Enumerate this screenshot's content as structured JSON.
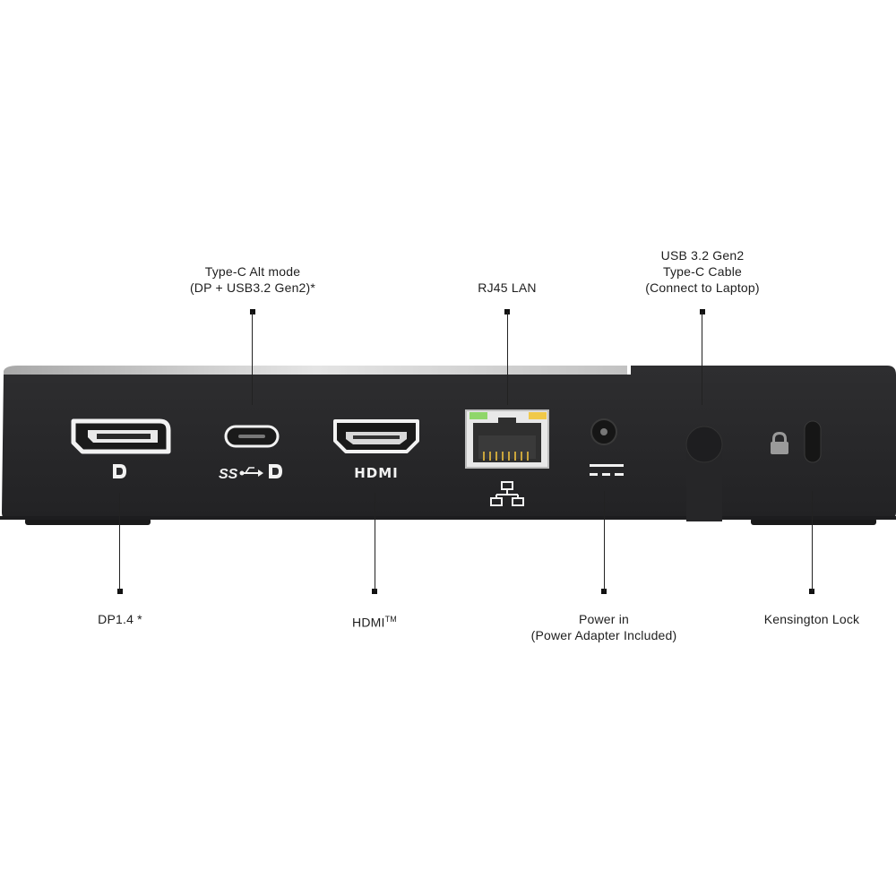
{
  "labels": {
    "typec_alt_line1": "Type-C Alt mode",
    "typec_alt_line2": "(DP + USB3.2 Gen2)*",
    "rj45": "RJ45 LAN",
    "usb_cable_line1": "USB 3.2 Gen2",
    "usb_cable_line2": "Type-C Cable",
    "usb_cable_line3": "(Connect to Laptop)",
    "dp": "DP1.4 *",
    "hdmi": "HDMI",
    "hdmi_tm": "TM",
    "power_line1": "Power in",
    "power_line2": "(Power Adapter Included)",
    "kensington": "Kensington Lock"
  },
  "port_icons": {
    "dp_logo": "displayport-icon",
    "ss_usb_logo": "superspeed-usb-icon",
    "hdmi_logo": "HDMI",
    "lan_logo": "network-icon",
    "dc_logo": "dc-power-icon",
    "lock_logo": "lock-icon"
  },
  "colors": {
    "body": "#2b2b2d",
    "top_edge": "#c9c9c9",
    "lan_green_led": "#8fd66a",
    "lan_yellow_led": "#f0c94a",
    "lan_contacts": "#c9a43c"
  }
}
